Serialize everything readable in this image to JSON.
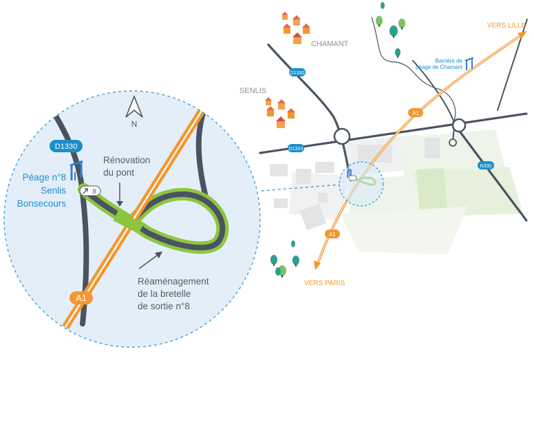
{
  "places": {
    "chamant": "CHAMANT",
    "senlis": "SENLIS",
    "vers_lille": "VERS LILLE",
    "vers_paris": "VERS PARIS"
  },
  "roads": {
    "a1": "A1",
    "d1330": "D1330",
    "d1324": "D1324",
    "n330": "N330",
    "exit": "8"
  },
  "toll_chamant": [
    "Barrière de",
    "péage de Chamant"
  ],
  "toll_senlis": [
    "Péage n°8",
    "Senlis",
    "Bonsecours"
  ],
  "callouts": {
    "bridge": [
      "Rénovation",
      "du pont"
    ],
    "ramp": [
      "Réaménagement",
      "de la bretelle",
      "de sortie n°8"
    ]
  },
  "compass": "N",
  "colors": {
    "motorway": "#f2972f",
    "road": "#4a5460",
    "ramp_highlight": "#8cc63f",
    "label_blue": "#1a8fc9",
    "zoom_fill": "#e4eef9",
    "zoom_border": "#3aa3d8"
  }
}
